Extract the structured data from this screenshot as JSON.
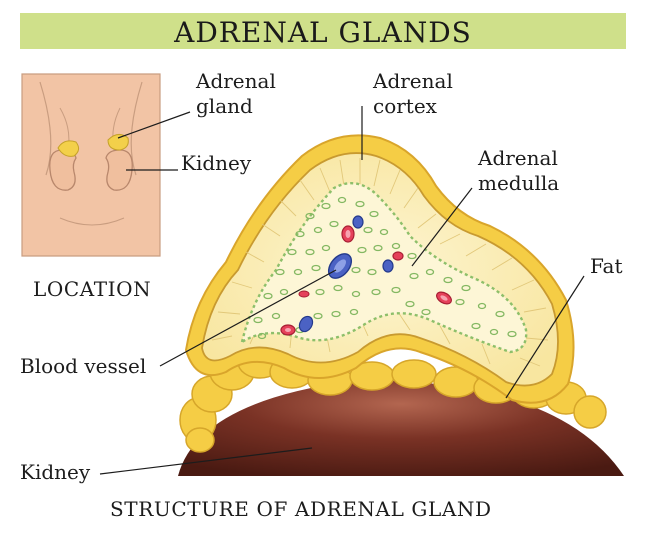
{
  "title": "ADRENAL GLANDS",
  "location_panel": {
    "caption": "LOCATION",
    "labels": {
      "adrenal_gland_line1": "Adrenal",
      "adrenal_gland_line2": "gland",
      "kidney": "Kidney"
    }
  },
  "structure_panel": {
    "caption": "STRUCTURE OF ADRENAL GLAND",
    "labels": {
      "adrenal_cortex_line1": "Adrenal",
      "adrenal_cortex_line2": "cortex",
      "adrenal_medulla_line1": "Adrenal",
      "adrenal_medulla_line2": "medulla",
      "fat": "Fat",
      "blood_vessel": "Blood vessel",
      "kidney": "Kidney"
    }
  },
  "colors": {
    "title_band": "#cfe08a",
    "skin": "#f3c7a8",
    "fat": "#f5d04a",
    "cortex": "#fbeeb6",
    "medulla_cells": "#8dc06a",
    "blood_red": "#e5415a",
    "blood_blue": "#4b62c4",
    "kidney": "#6b2a1f"
  }
}
